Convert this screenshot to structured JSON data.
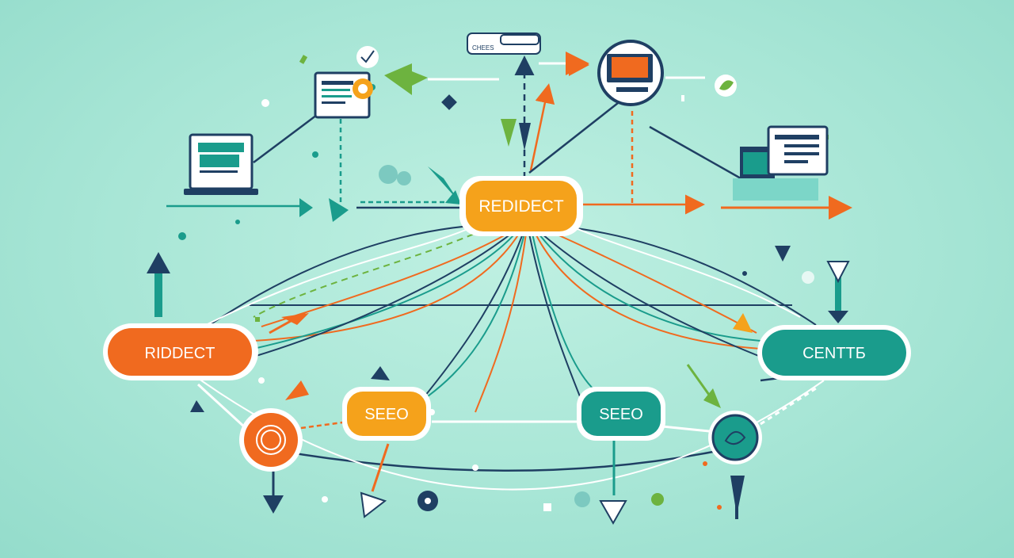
{
  "nodes": {
    "center": {
      "label": "REDIDECT"
    },
    "left": {
      "label": "RIDDECT"
    },
    "right": {
      "label": "CENTTБ"
    },
    "seo_left": {
      "label": "SEEO"
    },
    "seo_right": {
      "label": "SEEO"
    }
  },
  "badge": {
    "label": "CHEES"
  },
  "colors": {
    "orange": "#f06a1f",
    "yellow_orange": "#f5a21b",
    "teal": "#1a9c8c",
    "navy": "#1f3f63",
    "green": "#6db33f",
    "background": "#a8e6d6"
  },
  "icons": [
    "laptop-icon",
    "monitor-icon",
    "document-icon",
    "circle-monitor-icon",
    "desktop-window-icon",
    "target-icon",
    "leaf-icon",
    "checkmark-icon"
  ]
}
